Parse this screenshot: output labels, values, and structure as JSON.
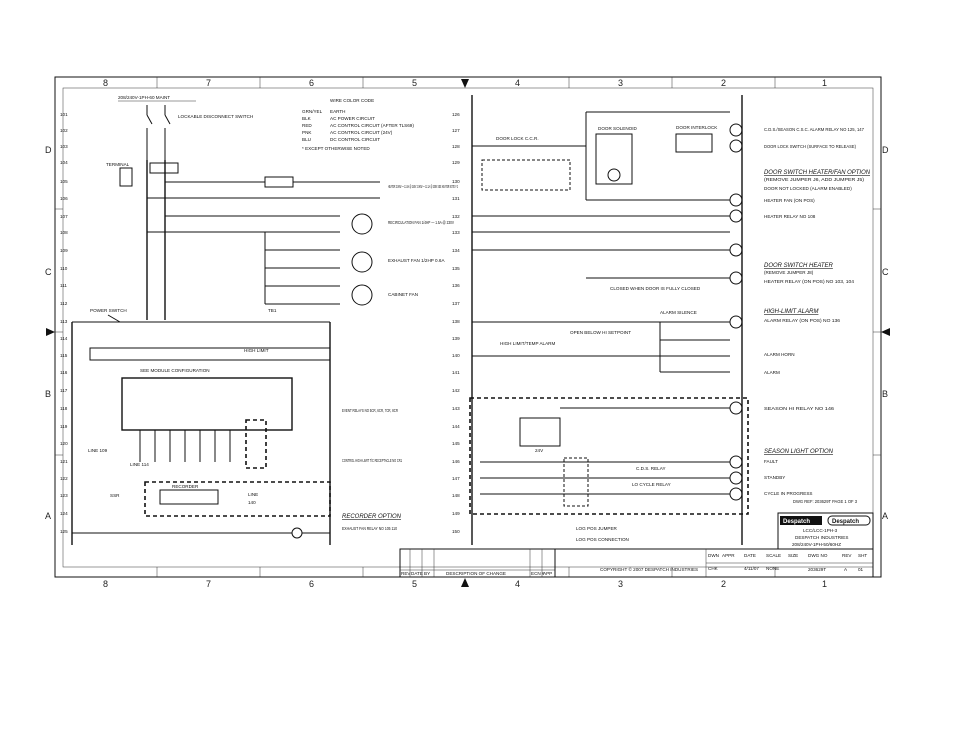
{
  "border": {
    "columns": [
      "8",
      "7",
      "6",
      "5",
      "4",
      "3",
      "2",
      "1"
    ],
    "rows": [
      "D",
      "C",
      "B",
      "A"
    ]
  },
  "left": {
    "header_note": "208/240V-1PH-60 MAINT",
    "wire_color_title": "WIRE COLOR CODE",
    "wire_colors": [
      {
        "code": "GRN/YEL",
        "desc": "EARTH"
      },
      {
        "code": "BLK",
        "desc": "AC POWER CIRCUIT"
      },
      {
        "code": "RED",
        "desc": "AC CONTROL CIRCUIT (AFTER TLS69)"
      },
      {
        "code": "PNK",
        "desc": "AC CONTROL CIRCUIT (24V)"
      },
      {
        "code": "BLU",
        "desc": "DC CONTROL CIRCUIT"
      }
    ],
    "except_note": "* EXCEPT OTHERWISE NOTED",
    "disconnect": "LOCKABLE DISCONNECT SWITCH",
    "terminal": "TERMINAL",
    "rungs": [
      "101",
      "102",
      "103",
      "104",
      "105",
      "106",
      "107",
      "108",
      "109",
      "110",
      "111",
      "112",
      "113",
      "114",
      "115",
      "116",
      "117",
      "118",
      "119",
      "120",
      "121",
      "122",
      "123",
      "124",
      "125"
    ],
    "heater_note": "HEATER 3.0KW — 13.4A @ 240V  2.0KW — 12.1A @ 208V  SEE HEATER NOTE # 2",
    "recirc_fan": "RECIRCULATION FAN 1/4HP — 1.5A @ 230V",
    "exhaust_fan": "EXHAUST FAN 1/2HP 0.6A",
    "cabinet_fan": "CABINET FAN",
    "power_switch": "POWER SWITCH",
    "tb1": "TB1",
    "limit_label": "HIGH LIMIT",
    "controller_label": "SEE MODULE CONFIGURATION",
    "event_relays": "EVENT RELAYS NO 5CR, 6CR, 7CR, 8CR",
    "control_label": "CONTROL HIGH-LIMIT T/C RECEPTACLE NO CR1",
    "line_labels": [
      "LINE 109",
      "LINE 114"
    ],
    "recorder_option": "RECORDER OPTION",
    "exhaust_fan_relay": "EXHAUST FAN RELAY NO 105 110",
    "recorder_box": "RECORDER",
    "recorder_meta": [
      "LINE",
      "140"
    ],
    "ssr_label": "SSR"
  },
  "right": {
    "rungs": [
      "126",
      "127",
      "128",
      "129",
      "130",
      "131",
      "132",
      "133",
      "134",
      "135",
      "136",
      "137",
      "138",
      "139",
      "140",
      "141",
      "142",
      "143",
      "144",
      "145",
      "146",
      "147",
      "148",
      "149",
      "150"
    ],
    "door_lock_ccr": "DOOR LOCK C.C.R.",
    "door_solenoid": "DOOR SOLENOID",
    "door_interlock": "DOOR INTERLOCK",
    "right_labels": [
      "C.D.S./SEASON C.S.C. ALARM RELAY NO 125, 147",
      "DOOR LOCK SWITCH (SURFACE TO RELEASE)",
      "DOOR SWITCH HEATER/FAN OPTION",
      "(REMOVE JUMPER J6, ADD JUMPER J5)",
      "DOOR NOT LOCKED (ALARM ENABLED)",
      "HEATER FAN (ON POS)",
      "HEATER RELAY NO 108",
      "DOOR SWITCH HEATER",
      "(REMOVE JUMPER J8)",
      "HEATER RELAY (ON POS) NO 103, 104",
      "HIGH-LIMIT ALARM",
      "ALARM RELAY (ON POS) NO 136",
      "ALARM HORN",
      "ALARM",
      "SEASON HI RELAY NO 146",
      "SEASON LIGHT OPTION",
      "FAULT",
      "STANDBY",
      "CYCLE IN PROGRESS",
      "DWG REF: 203629T PAGE 1 OF 3"
    ],
    "center_labels": [
      "ALARM SILENCE",
      "OPEN BELOW HI SETPOINT",
      "HIGH LIMIT/TEMP ALARM",
      "CLOSED WHEN DOOR IS FULLY CLOSED",
      "24V",
      "C.D.S. RELAY",
      "LO CYCLE RELAY",
      "LOG POS JUMPER",
      "LOG POS CONNECTION"
    ]
  },
  "titleblock": {
    "drawing_title": "LCC/LCC-1PH-3",
    "company": "DESPATCH INDUSTRIES",
    "subtitle": "208/240V-1PH-50/60HZ",
    "drawing_no": "203629T",
    "rev": "A",
    "sheet": "01",
    "brand_left": "Despatch",
    "brand_right": "Despatch",
    "date": "4/11/07",
    "scale_label": "SCALE",
    "scale_value": "NONE",
    "fields": [
      "DWN",
      "CHK",
      "APPR",
      "DATE",
      "SIZE",
      "DWG NO",
      "REV",
      "SHT"
    ],
    "copyright": "COPYRIGHT © 2007   DESPATCH INDUSTRIES",
    "rev_headers": [
      "REV",
      "DATE",
      "BY",
      "DESCRIPTION OF CHANGE",
      "ECN #",
      "APP"
    ]
  }
}
